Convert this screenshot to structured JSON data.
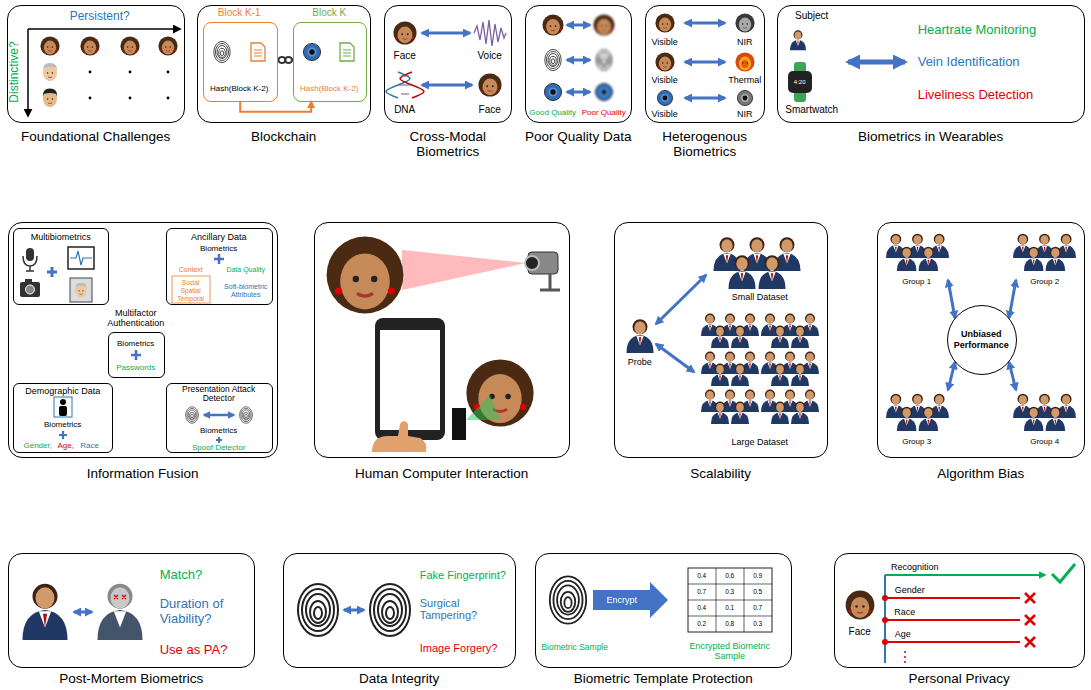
{
  "diagram": {
    "nodes": [
      {
        "text": [
          "Foundational Challenges",
          "Persistent?",
          "Distinctive?"
        ]
      },
      {
        "text": [
          "Blockchain"
        ]
      },
      {
        "text": [
          "Block K-1",
          "Hash(Block K-2)"
        ],
        "in": 1
      },
      {
        "text": [
          "Block K",
          "Hash(Block K-2)"
        ],
        "in": 1
      },
      {
        "text": [
          "Cross-Modal Biometrics",
          "Face",
          "Voice",
          "DNA",
          "Face"
        ]
      },
      {
        "text": [
          "Poor Quality Data",
          "Good Quality",
          "Poor Quality"
        ]
      },
      {
        "text": [
          "Heterogenous Biometrics",
          "Visible",
          "NIR",
          "Visible",
          "Thermal",
          "Visible",
          "NIR"
        ]
      },
      {
        "text": [
          "Biometrics in Wearables",
          "Subject",
          "4:20",
          "Smartwatch",
          "Heartrate Monitoring",
          "Vein Identification",
          "Liveliness Detection"
        ]
      },
      {
        "text": [
          "Information Fusion"
        ]
      },
      {
        "text": [
          "Multibiometrics"
        ],
        "in": 8
      },
      {
        "text": [
          "Ancillary Data",
          "Biometrics",
          "Context",
          "Social",
          "Spatial",
          "Temporal",
          "Data Quality",
          "Soft-biometric Attributes"
        ],
        "in": 8
      },
      {
        "text": [
          "Multifactor Authentication",
          "Biometrics",
          "Passwords"
        ],
        "in": 8
      },
      {
        "text": [
          "Demographic Data",
          "Biometrics",
          "Gender,",
          "Age,",
          "Race"
        ],
        "in": 8
      },
      {
        "text": [
          "Presentation Attack Detector",
          "Biometrics",
          "Spoof Detector"
        ],
        "in": 8
      },
      {
        "text": [
          "Human Computer Interaction"
        ]
      },
      {
        "text": [
          "Scalability",
          "Small Dataset",
          "Probe",
          "Large Dataset"
        ]
      },
      {
        "text": [
          "Algorithm Bias",
          "Group 1",
          "Group 2",
          "Group 3",
          "Group 4"
        ]
      },
      {
        "text": [
          "Unbiased Performance"
        ],
        "in": 16
      },
      {
        "text": [
          "Post-Mortem Biometrics",
          "Match?",
          "Duration of Viability?",
          "Use as PA?"
        ]
      },
      {
        "text": [
          "Data Integrity",
          "Fake Fingerprint?",
          "Surgical Tampering?",
          "Image Forgery?"
        ]
      },
      {
        "text": [
          "Biometric Template Protection",
          "Encrypt",
          "Biometric Sample",
          "Encrypted Biometric Sample",
          "0.4",
          "0.6",
          "0.9",
          "0.7",
          "0.3",
          "0.5",
          "0.4",
          "0.1",
          "0.7",
          "0.2",
          "0.8",
          "0.3"
        ]
      },
      {
        "text": [
          "Personal Privacy",
          "Recognition",
          "Gender",
          "Race",
          "Age",
          "Face"
        ]
      }
    ],
    "edges": [
      {
        "from": 2,
        "to": 3,
        "arrow": "to"
      }
    ]
  }
}
